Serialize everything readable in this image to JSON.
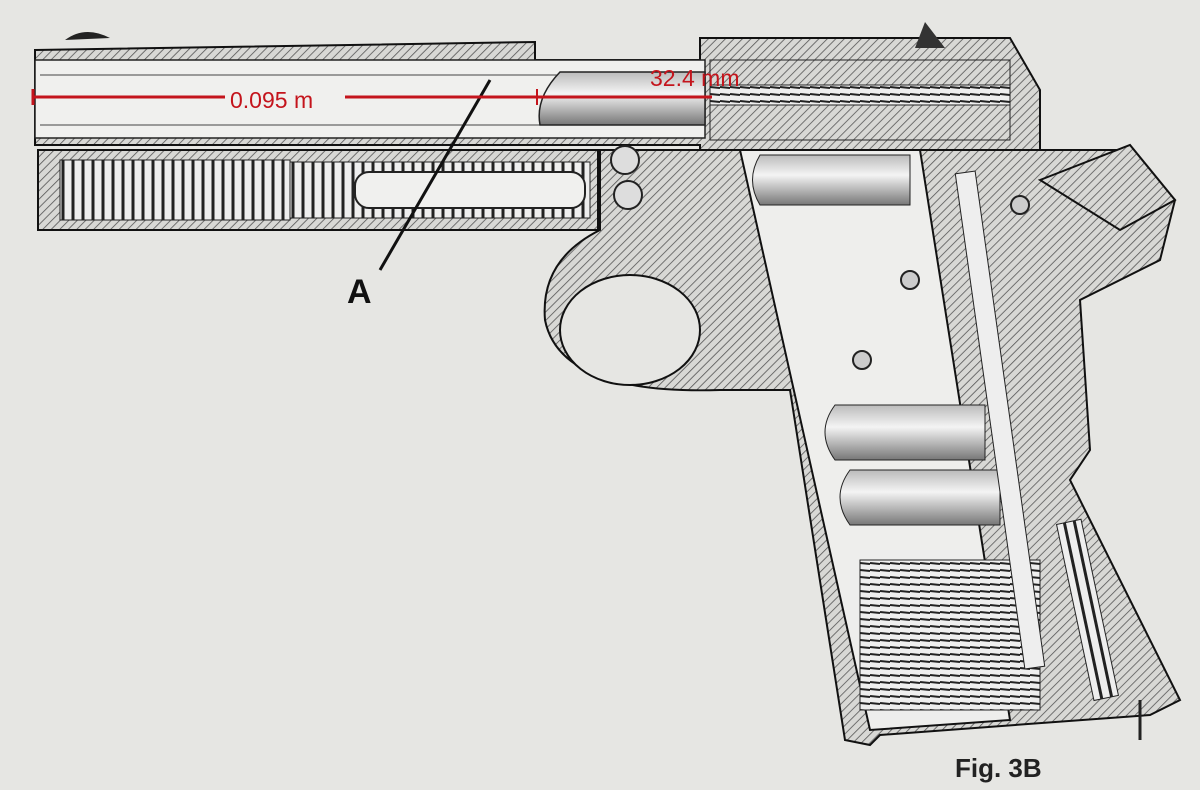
{
  "figure": {
    "caption": "Fig. 3B",
    "part_label": "A"
  },
  "measurements": {
    "barrel_length": "0.095 m",
    "cartridge_length": "32.4 mm",
    "color": "#c4141c"
  }
}
